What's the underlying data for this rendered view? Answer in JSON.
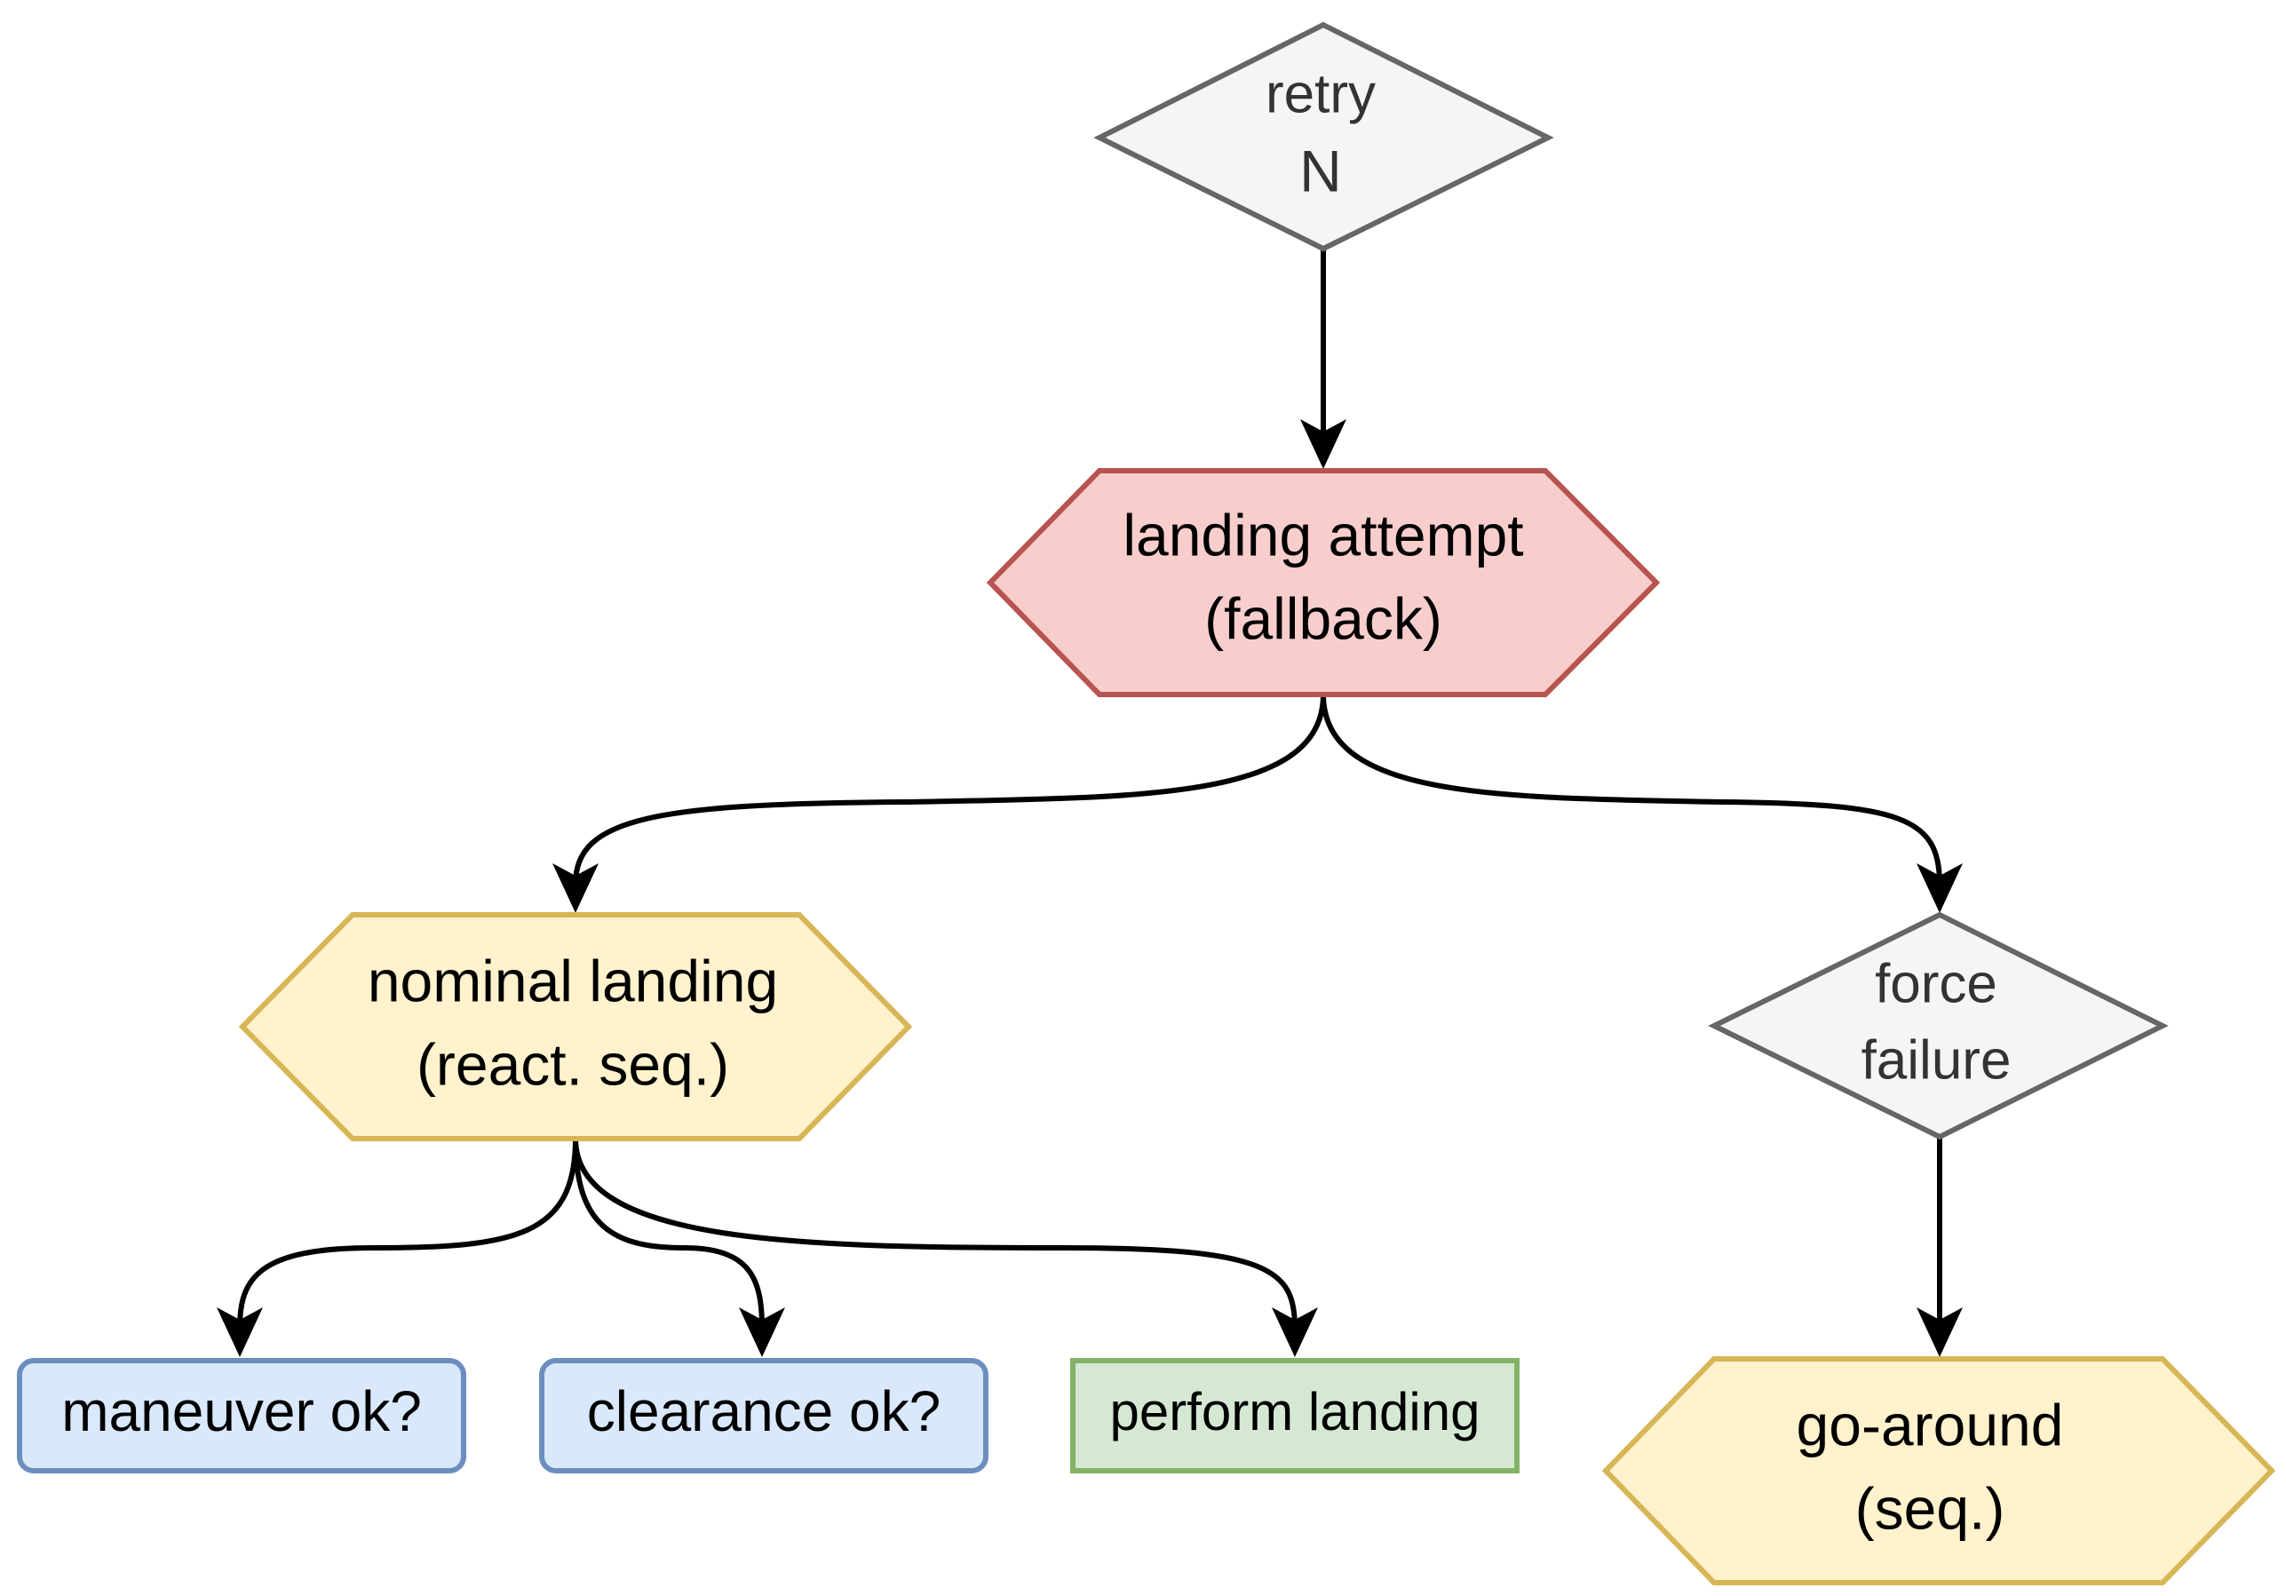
{
  "nodes": {
    "retry": {
      "line1": "retry",
      "line2": "N",
      "fill": "#f5f5f5",
      "stroke": "#666666"
    },
    "landing_attempt": {
      "line1": "landing attempt",
      "line2": "(fallback)",
      "fill": "#f8cecc",
      "stroke": "#b85450"
    },
    "nominal_landing": {
      "line1": "nominal landing",
      "line2": "(react. seq.)",
      "fill": "#fff2cc",
      "stroke": "#d6b656"
    },
    "force_failure": {
      "line1": "force",
      "line2": "failure",
      "fill": "#f5f5f5",
      "stroke": "#666666"
    },
    "maneuver_ok": {
      "label": "maneuver ok?",
      "fill": "#dae8fc",
      "stroke": "#6c8ebf"
    },
    "clearance_ok": {
      "label": "clearance ok?",
      "fill": "#dae8fc",
      "stroke": "#6c8ebf"
    },
    "perform_landing": {
      "label": "perform landing",
      "fill": "#d5e8d4",
      "stroke": "#82b366"
    },
    "go_around": {
      "line1": "go-around",
      "line2": "(seq.)",
      "fill": "#fff2cc",
      "stroke": "#d6b656"
    }
  },
  "edges": [
    {
      "from": "retry",
      "to": "landing_attempt"
    },
    {
      "from": "landing_attempt",
      "to": "nominal_landing"
    },
    {
      "from": "landing_attempt",
      "to": "force_failure"
    },
    {
      "from": "nominal_landing",
      "to": "maneuver_ok"
    },
    {
      "from": "nominal_landing",
      "to": "clearance_ok"
    },
    {
      "from": "nominal_landing",
      "to": "perform_landing"
    },
    {
      "from": "force_failure",
      "to": "go_around"
    }
  ]
}
